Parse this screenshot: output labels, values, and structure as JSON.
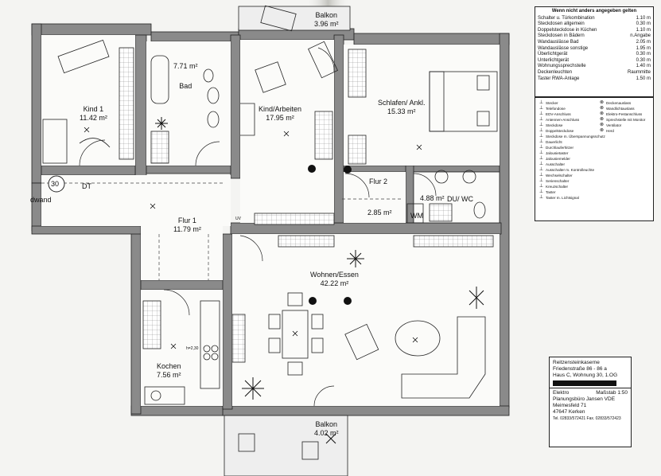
{
  "rooms": {
    "balkon_top": {
      "name": "Balkon",
      "area": "3.96 m²"
    },
    "kind1": {
      "name": "Kind 1",
      "area": "11.42 m²"
    },
    "bad": {
      "name": "Bad",
      "area": "7.71 m²"
    },
    "kind_arbeiten": {
      "name": "Kind/Arbeiten",
      "area": "17.95 m²"
    },
    "schlafen": {
      "name": "Schlafen/ Ankl.",
      "area": "15.33 m²"
    },
    "flur2": {
      "name": "Flur 2",
      "area": "2.85 m²"
    },
    "du_wc": {
      "area": "4.88 m²",
      "name": "DU/ WC"
    },
    "flur1": {
      "name": "Flur 1",
      "area": "11.79 m²"
    },
    "wohnen": {
      "name": "Wohnen/Essen",
      "area": "42.22 m²"
    },
    "kochen": {
      "name": "Kochen",
      "area": "7.56 m²"
    },
    "balkon_bottom": {
      "name": "Balkon",
      "area": "4.02 m²"
    }
  },
  "plan_labels": {
    "circle_number": "30",
    "dt": "DT",
    "dwand": "dwand",
    "wm": "WM",
    "uv": "UV",
    "kitchen_height": "h=2,30"
  },
  "legend": {
    "title": "Wenn nicht anders angegeben gelten",
    "rows": [
      {
        "label": "Schalter u. Türkombination",
        "value": "1.10 m"
      },
      {
        "label": "Steckdosen allgemein",
        "value": "0.30 m"
      },
      {
        "label": "Doppelsteckdose in Küchen",
        "value": "1.10 m"
      },
      {
        "label": "Steckdosen in Bädern",
        "value": "n.Angabe"
      },
      {
        "label": "Wandauslässe Bad",
        "value": "2.05 m"
      },
      {
        "label": "Wandauslässe sonstige",
        "value": "1.95 m"
      },
      {
        "label": "Überlichtgerät",
        "value": "0.30 m"
      },
      {
        "label": "Unterlichtgerät",
        "value": "0.30 m"
      },
      {
        "label": "Wohnungssprechstelle",
        "value": "1.40 m"
      },
      {
        "label": "Deckenleuchten",
        "value": "Raummitte"
      },
      {
        "label": "Taster RWA-Anlage",
        "value": "1.50 m"
      }
    ]
  },
  "symbols": {
    "left": [
      "Stecker",
      "Telefondose",
      "EDV-Anschluss",
      "Antennen-Anschluss",
      "Steckdose",
      "Doppelsteckdose",
      "Steckdose m. Überspannungsschutz",
      "Dauerlicht",
      "Durchlauferhitzer",
      "Jalousietaster",
      "Jalousiemelder",
      "Ausschalter",
      "Ausschalter m. Kontrolleuchte",
      "Wechselschalter",
      "Serienschalter",
      "Kreuzschalter",
      "Taster",
      "Taster m. Lichtsignal"
    ],
    "right": [
      "Deckenauslass",
      "Wandlichtauslass",
      "Elektro-Festanschluss",
      "Sprechstelle mit Monitor",
      "Ventilator",
      "Herd"
    ]
  },
  "title_block": {
    "line1": "Reitzensteinkaserne",
    "line2": "Friedenstraße 86 - 86 a",
    "line3": "Haus C, Wohnung 30, 1.OG",
    "line4": "Elektro",
    "scale": "Maßstab 1:50",
    "office": "Planungsbüro Jansen VDE",
    "street": "Meimesfeld 71",
    "city": "47647 Kerken",
    "phone": "Tel. 02833/572421 Fax. 02833/572423"
  }
}
